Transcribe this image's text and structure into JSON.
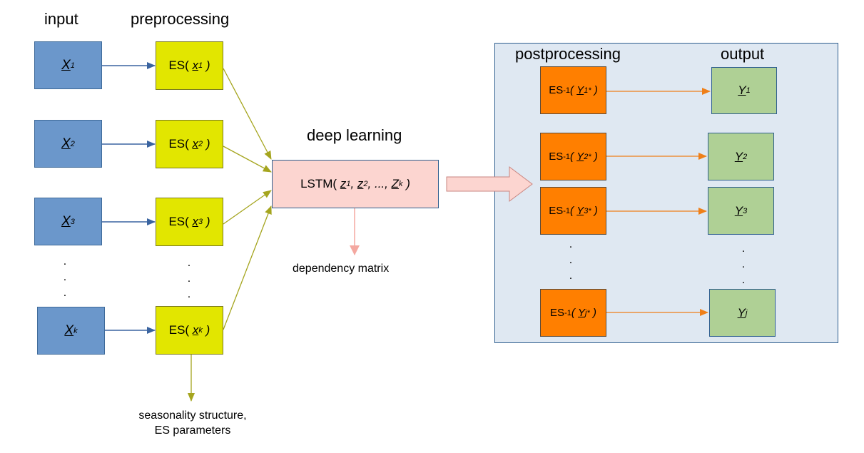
{
  "headers": {
    "input": "input",
    "preprocessing": "preprocessing",
    "deep_learning": "deep learning",
    "postprocessing": "postprocessing",
    "output": "output"
  },
  "inputs": [
    {
      "var": "X",
      "sub": "1"
    },
    {
      "var": "X",
      "sub": "2"
    },
    {
      "var": "X",
      "sub": "3"
    },
    {
      "var": "X",
      "sub": "k"
    }
  ],
  "preprocess": {
    "func": "ES(",
    "items": [
      {
        "var": "x",
        "sub": "1"
      },
      {
        "var": "x",
        "sub": "2"
      },
      {
        "var": "x",
        "sub": "3"
      },
      {
        "var": "x",
        "sub": "k"
      }
    ],
    "close": ")"
  },
  "lstm": {
    "func": "LSTM(",
    "z1": "z",
    "z1_sub": "1",
    "z2": "z",
    "z2_sub": "2",
    "ellipsis": "...",
    "zk": "Z",
    "zk_sub": "k",
    "close": ")"
  },
  "notes": {
    "dependency": "dependency matrix",
    "seasonality_line1": "seasonality structure,",
    "seasonality_line2": "ES parameters"
  },
  "postprocess": {
    "func": "ES",
    "sup": "-1",
    "items": [
      {
        "var": "Y",
        "sub": "1",
        "star": "*"
      },
      {
        "var": "Y",
        "sub": "2",
        "star": "*"
      },
      {
        "var": "Y",
        "sub": "3",
        "star": "*"
      },
      {
        "var": "Y",
        "sub": "j",
        "star": "*"
      }
    ]
  },
  "outputs": [
    {
      "var": "Y",
      "sub": "1"
    },
    {
      "var": "Y",
      "sub": "2"
    },
    {
      "var": "Y",
      "sub": "3"
    },
    {
      "var": "Y",
      "sub": "j"
    }
  ],
  "dots": ".",
  "colors": {
    "input_fill": "#6b97cb",
    "es_fill": "#e2e600",
    "lstm_fill": "#fcd5d0",
    "post_fill": "#ff7f00",
    "output_fill": "#afd095",
    "panel_fill": "#dfe8f2",
    "blue_arrow": "#3a64a0",
    "olive_arrow": "#a5a51e",
    "orange_arrow": "#ef7f18",
    "pink_arrow": "#f4a8a0"
  }
}
